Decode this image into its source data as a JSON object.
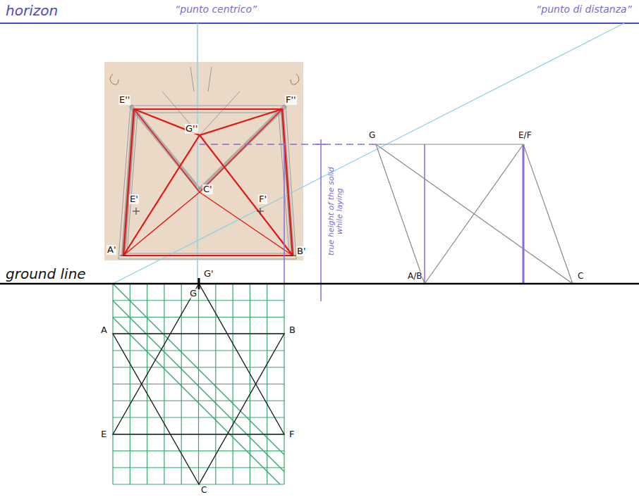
{
  "diagram": {
    "labels": [
      "horizon",
      "“punto centrico”",
      "“punto di distanza”",
      "E''",
      "F''",
      "G''",
      "C'",
      "E'",
      "F'",
      "A'",
      "B'",
      "true height of the solid while laying",
      "G'",
      "ground line",
      "G",
      "E/F",
      "A/B",
      "C",
      "G",
      "A",
      "B",
      "E",
      "F",
      "C"
    ]
  }
}
